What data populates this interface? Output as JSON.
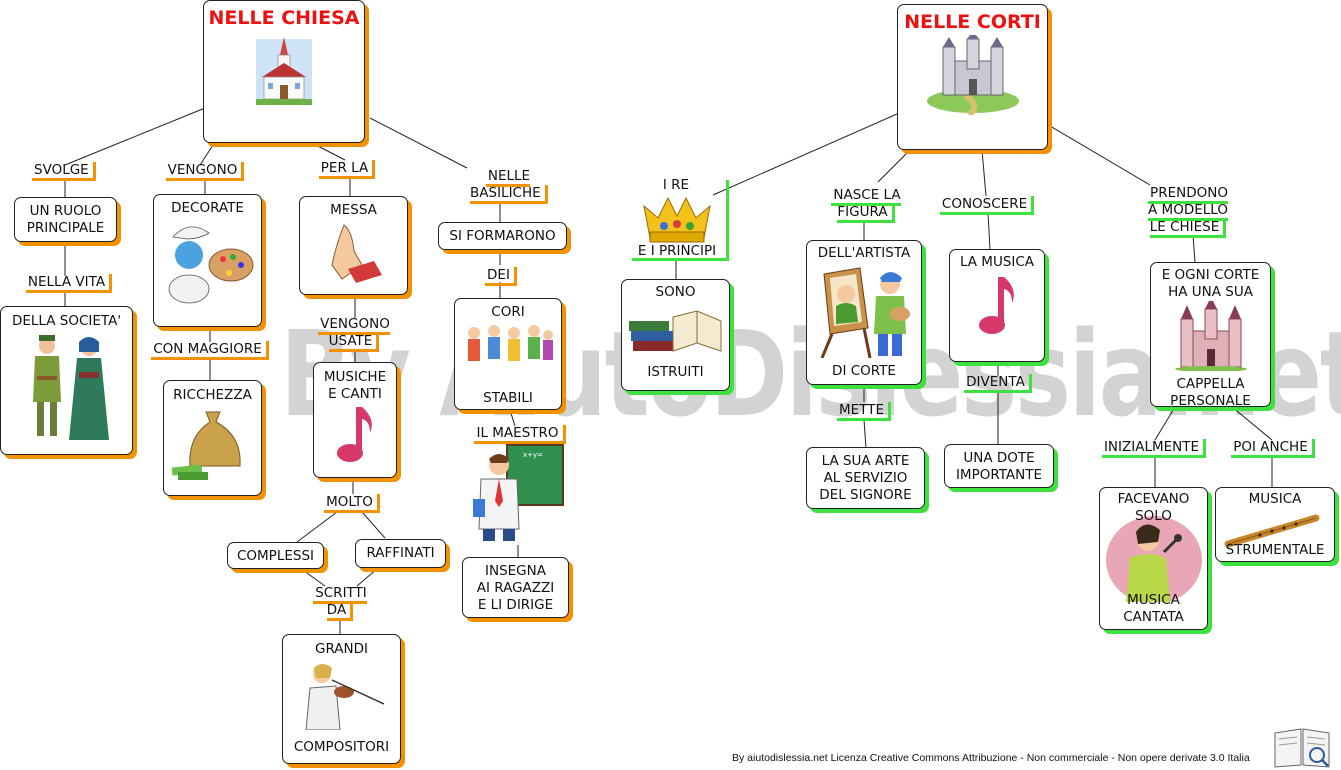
{
  "watermark": "By AiutoDislessia.net",
  "credit": "By aiutodislessia.net Licenza Creative Commons Attribuzione - Non commerciale - Non opere derivate 3.0 Italia",
  "colors": {
    "left_accent": "#f39200",
    "right_accent": "#3ee23e",
    "title": "#ee1111"
  },
  "left": {
    "root_title": "NELLE CHIESA",
    "labels": {
      "svolge": "SVOLGE",
      "vengono": "VENGONO",
      "per_la": "PER LA",
      "nelle_basiliche": "NELLE\nBASILICHE",
      "nella_vita": "NELLA VITA",
      "con_maggiore": "CON MAGGIORE",
      "vengono_usate": "VENGONO\nUSATE",
      "dei": "DEI",
      "il_maestro": "IL MAESTRO",
      "molto": "MOLTO",
      "scritti_da": "SCRITTI\nDA"
    },
    "boxes": {
      "un_ruolo": "UN RUOLO\nPRINCIPALE",
      "societa": "DELLA SOCIETA'",
      "decorate": "DECORATE",
      "ricchezza": "RICCHEZZA",
      "messa": "MESSA",
      "musiche": "MUSICHE\nE CANTI",
      "complessi": "COMPLESSI",
      "raffinati": "RAFFINATI",
      "grandi": "GRANDI",
      "compositori": "COMPOSITORI",
      "si_formarono": "SI FORMARONO",
      "cori": "CORI",
      "stabili": "STABILI",
      "insegna": "INSEGNA\nAI RAGAZZI\nE LI DIRIGE"
    }
  },
  "right": {
    "root_title": "NELLE CORTI",
    "labels": {
      "i_re": "I RE",
      "e_i_principi": "E I PRINCIPI",
      "nasce_la_figura": "NASCE LA\nFIGURA",
      "conoscere": "CONOSCERE",
      "prendono": "PRENDONO\nA MODELLO\nLE CHIESE",
      "mette": "METTE",
      "diventa": "DIVENTA",
      "inizialmente": "INIZIALMENTE",
      "poi_anche": "POI ANCHE"
    },
    "boxes": {
      "sono": "SONO",
      "istruiti": "ISTRUITI",
      "artista": "DELL'ARTISTA",
      "di_corte": "DI CORTE",
      "la_sua_arte": "LA SUA ARTE\nAL SERVIZIO\nDEL SIGNORE",
      "la_musica": "LA MUSICA",
      "una_dote": "UNA DOTE\nIMPORTANTE",
      "ogni_corte": "E OGNI CORTE\nHA UNA SUA",
      "cappella": "CAPPELLA\nPERSONALE",
      "facevano": "FACEVANO\nSOLO",
      "musica_cantata": "MUSICA\nCANTATA",
      "musica": "MUSICA",
      "strumentale": "STRUMENTALE"
    }
  }
}
